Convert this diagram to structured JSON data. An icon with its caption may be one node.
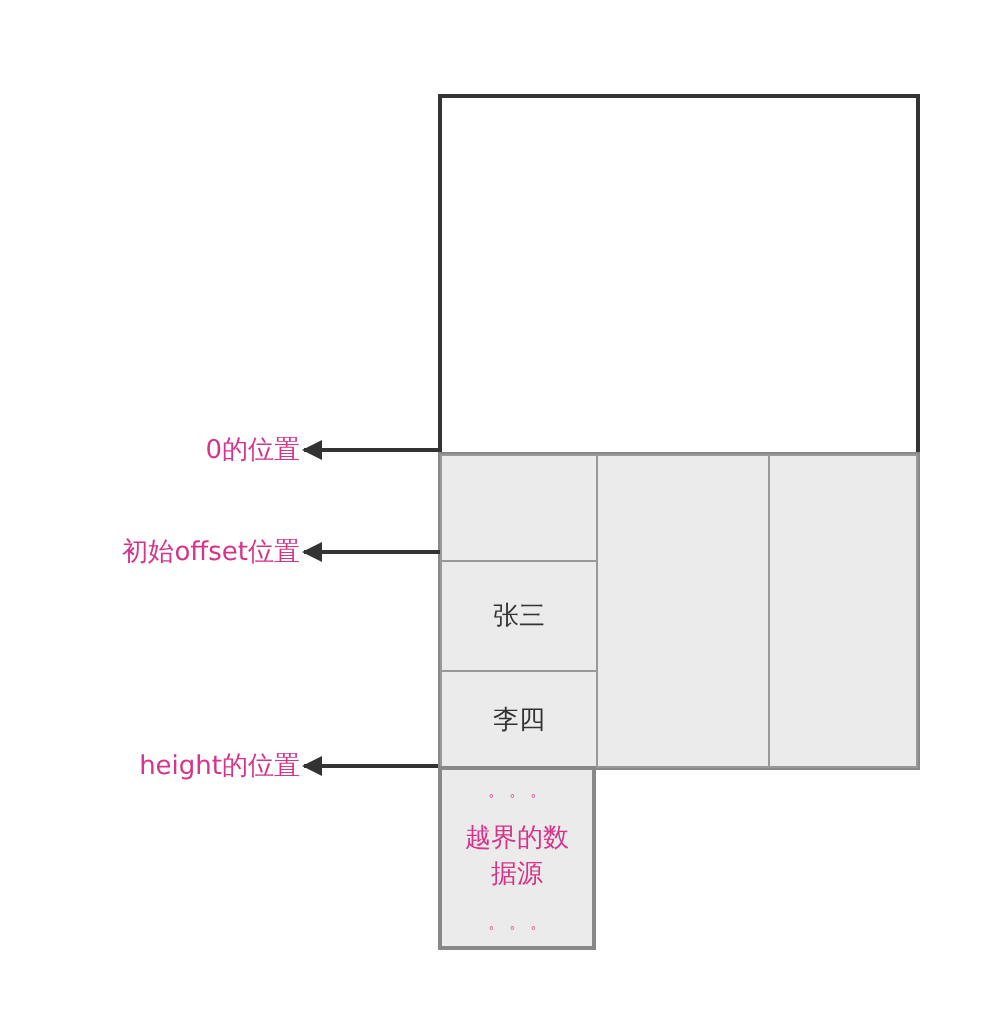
{
  "diagram": {
    "nodes": [
      {
        "text": [],
        "shape": "box"
      },
      {
        "text": [],
        "shape": "box"
      },
      {
        "text": [],
        "shape": "box",
        "in": 1
      },
      {
        "text": [
          "张三"
        ],
        "in": 1
      },
      {
        "text": [
          "李四"
        ],
        "in": 1
      },
      {
        "text": [],
        "shape": "box",
        "in": 1
      },
      {
        "text": [],
        "shape": "box",
        "in": 1
      },
      {
        "text": [
          "。 。 。",
          "越界的数据源",
          "。 。 。"
        ]
      },
      {
        "text": [
          "0的位置"
        ]
      },
      {
        "text": [
          "初始offset位置"
        ]
      },
      {
        "text": [
          "height的位置"
        ]
      }
    ],
    "edges": [
      {
        "from": 0,
        "to": 8,
        "arrow": "to"
      },
      {
        "from": 2,
        "to": 9,
        "arrow": "to"
      },
      {
        "from": 7,
        "to": 10,
        "arrow": "to"
      }
    ]
  }
}
